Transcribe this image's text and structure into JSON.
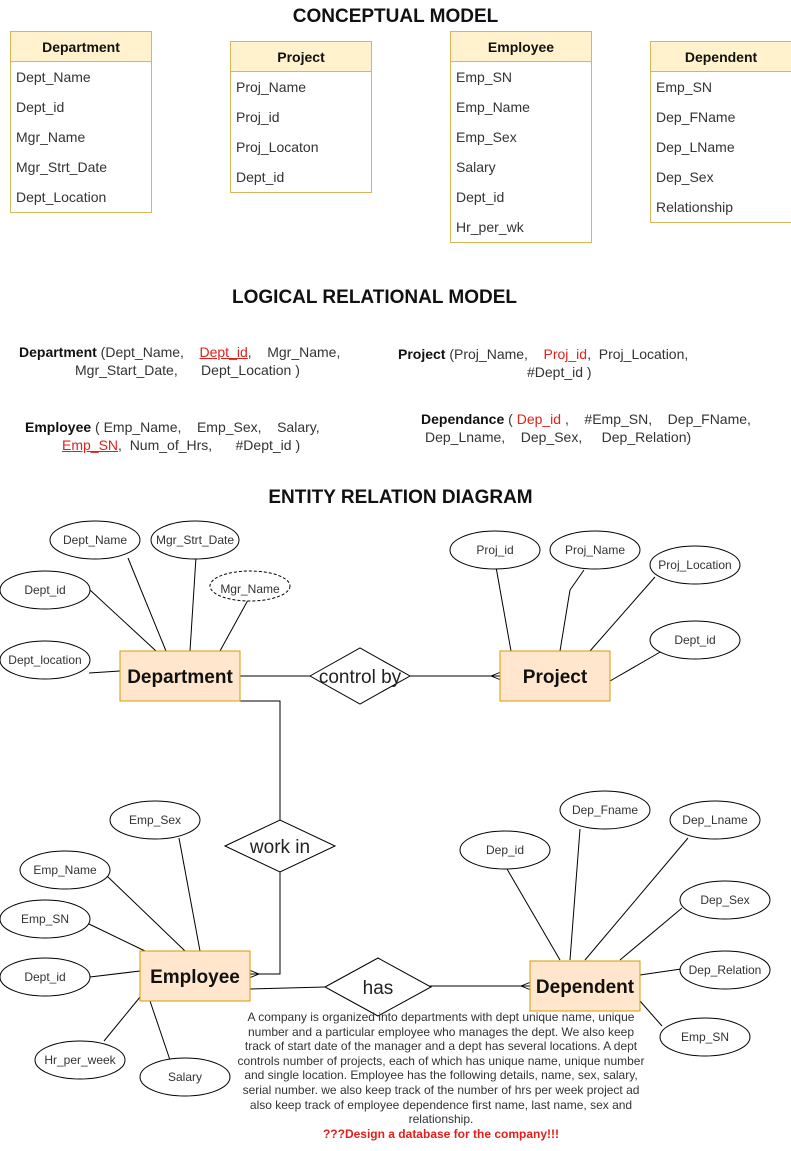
{
  "conceptual": {
    "title": "CONCEPTUAL MODEL",
    "entities": [
      {
        "name": "Department",
        "attributes": [
          "Dept_Name",
          "Dept_id",
          "Mgr_Name",
          "Mgr_Strt_Date",
          "Dept_Location"
        ]
      },
      {
        "name": "Project",
        "attributes": [
          "Proj_Name",
          "Proj_id",
          "Proj_Locaton",
          "Dept_id"
        ]
      },
      {
        "name": "Employee",
        "attributes": [
          "Emp_SN",
          "Emp_Name",
          "Emp_Sex",
          "Salary",
          "Dept_id",
          "Hr_per_wk"
        ]
      },
      {
        "name": "Dependent",
        "attributes": [
          "Emp_SN",
          "Dep_FName",
          "Dep_LName",
          "Dep_Sex",
          "Relationship"
        ]
      }
    ]
  },
  "logical": {
    "title": "LOGICAL RELATIONAL MODEL",
    "dept": {
      "name": "Department",
      "l1": " (Dept_Name,    ",
      "key": "Dept_id",
      "l1b": ",    Mgr_Name,",
      "l2": "Mgr_Start_Date,      Dept_Location )"
    },
    "proj": {
      "name": "Project",
      "l1": " (Proj_Name,    ",
      "key": "Proj_id",
      "l1b": ",  Proj_Location,",
      "l2": "#Dept_id )"
    },
    "emp": {
      "name": "Employee",
      "l1": " ( Emp_Name,    Emp_Sex,    Salary,",
      "key": "Emp_SN",
      "l2b": ",  Num_of_Hrs,      #Dept_id )"
    },
    "depd": {
      "name": "Dependance",
      "l1a": " ( ",
      "key": "Dep_id",
      "l1b": " ,    #Emp_SN,    Dep_FName,",
      "l2": "Dep_Lname,    Dep_Sex,     Dep_Relation)"
    }
  },
  "erd": {
    "title": "ENTITY RELATION DIAGRAM",
    "entities": {
      "department": "Department",
      "project": "Project",
      "employee": "Employee",
      "dependent": "Dependent"
    },
    "relationships": {
      "control": "control by",
      "work": "work in",
      "has": "has"
    },
    "attributes": {
      "department": [
        "Dept_Name",
        "Mgr_Strt_Date",
        "Mgr_Name",
        "Dept_id",
        "Dept_location"
      ],
      "project": [
        "Proj_id",
        "Proj_Name",
        "Proj_Location",
        "Dept_id"
      ],
      "employee": [
        "Emp_Sex",
        "Emp_Name",
        "Emp_SN",
        "Dept_id",
        "Hr_per_week",
        "Salary"
      ],
      "dependent": [
        "Dep_Fname",
        "Dep_Lname",
        "Dep_id",
        "Dep_Sex",
        "Dep_Relation",
        "Emp_SN"
      ]
    }
  },
  "description": {
    "text": "A company is organized into departments with dept unique name, unique number and a particular employee who manages the dept. We also keep track of start date of the manager and a dept has several locations. A dept controls number of projects, each of which has unique name, unique number and single location. Employee has the following details, name, sex, salary, serial number. we also keep track of the number of hrs per week project ad also keep track of employee dependence first name, last name, sex and relationship.",
    "question": "???Design a database for the company!!!"
  },
  "colors": {
    "entity_fill": "#ffe6cc",
    "entity_stroke": "#d79b00",
    "table_header": "#fff2cc",
    "table_stroke": "#d6b656",
    "key_red": "#e0201b"
  }
}
